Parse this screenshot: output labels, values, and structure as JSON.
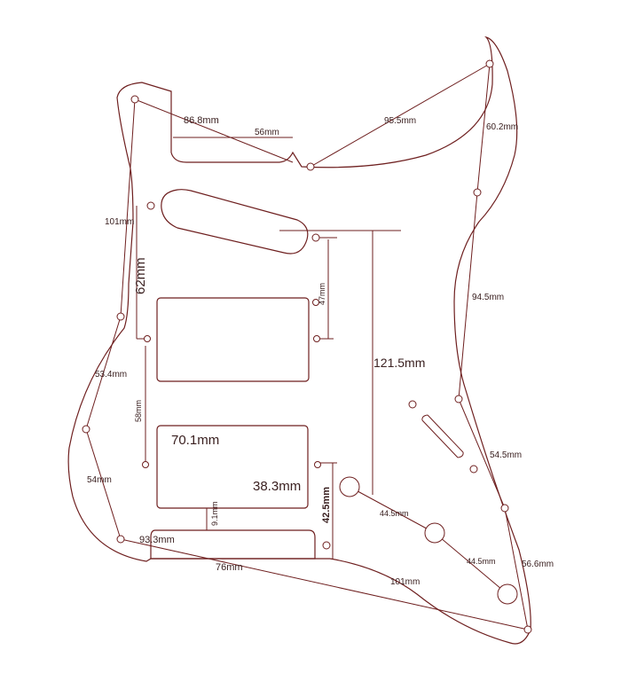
{
  "colors": {
    "line": "#6e1f1f",
    "text": "#3a2020",
    "background": "#ffffff"
  },
  "labels": {
    "d1": "86.8mm",
    "d2": "56mm",
    "d3": "95.5mm",
    "d4": "60.2mm",
    "d5": "101mm",
    "d6": "62mm",
    "d7": "47mm",
    "d8": "121.5mm",
    "d9": "94.5mm",
    "d10": "53.4mm",
    "d11": "58mm",
    "d12": "70.1mm",
    "d13": "38.3mm",
    "d14": "54mm",
    "d15": "9.1mm",
    "d16": "42.5mm",
    "d17": "93.3mm",
    "d18": "76mm",
    "d19": "101mm",
    "d20": "44.5mm",
    "d21": "44.5mm",
    "d22": "54.5mm",
    "d23": "56.6mm"
  }
}
